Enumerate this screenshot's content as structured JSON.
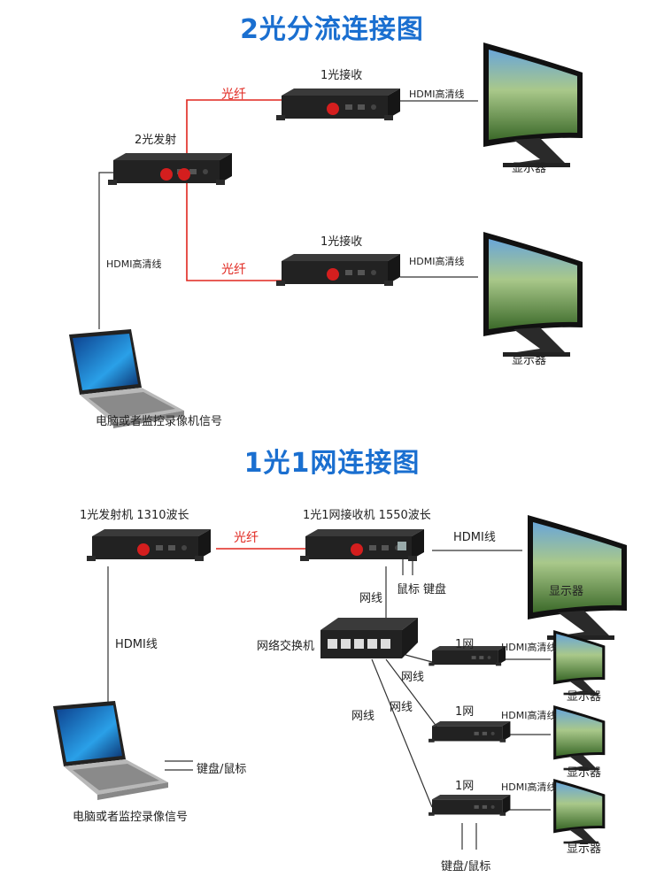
{
  "section1": {
    "title": "2光分流连接图",
    "receiver_a_label": "1光接收",
    "receiver_b_label": "1光接收",
    "transmitter_label": "2光发射",
    "fiber_a_label": "光纤",
    "fiber_b_label": "光纤",
    "hdmi_a_label": "HDMI高清线",
    "hdmi_b_label": "HDMI高清线",
    "hdmi_src_label": "HDMI高清线",
    "display_a_label": "显示器",
    "display_b_label": "显示器",
    "source_label": "电脑或者监控录像机信号"
  },
  "section2": {
    "title": "1光1网连接图",
    "transmitter_label": "1光发射机 1310波长",
    "receiver_label": "1光1网接收机 1550波长",
    "fiber_label": "光纤",
    "hdmi_main_label": "HDMI线",
    "hdmi_src_label": "HDMI线",
    "mouse_label": "鼠标",
    "keyboard_label": "键盘",
    "net_cable_top": "网线",
    "switch_label": "网络交换机",
    "display_main_label": "显示器",
    "node1_label": "1网",
    "node2_label": "1网",
    "node3_label": "1网",
    "node1_hdmi": "HDMI高清线",
    "node2_hdmi": "HDMI高清线",
    "node3_hdmi": "HDMI高清线",
    "node1_display": "显示器",
    "node2_display": "显示器",
    "node3_display": "显示器",
    "net_cable_1": "网线",
    "net_cable_2": "网线",
    "net_cable_3": "网线",
    "laptop_kbm_label": "键盘/鼠标",
    "node3_kbm_label": "键盘/鼠标",
    "source_label": "电脑或者监控录像信号"
  },
  "colors": {
    "title": "#1a6fd0",
    "fiber": "#e0261e",
    "cable": "#333333",
    "device": "#1e1e1e"
  },
  "icons": [
    "fiber-transmitter-icon",
    "fiber-receiver-icon",
    "monitor-icon",
    "laptop-icon",
    "network-switch-icon"
  ]
}
